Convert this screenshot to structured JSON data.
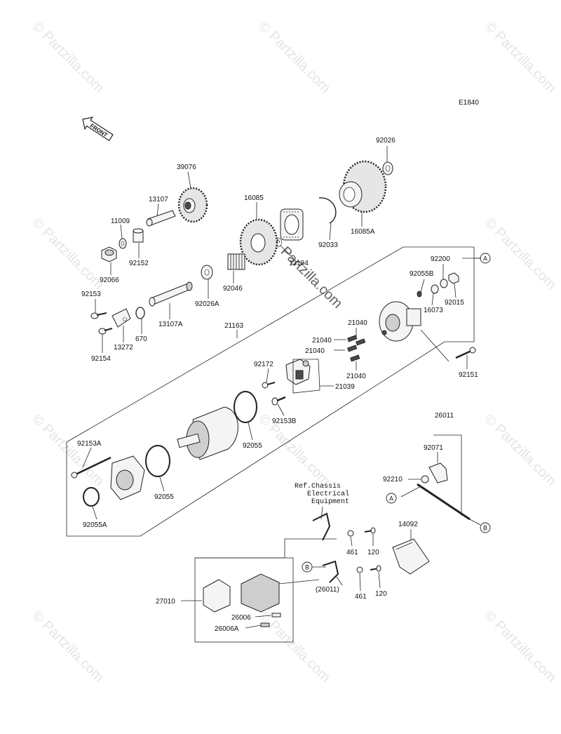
{
  "diagram": {
    "code": "E1840",
    "front_label": "FRONT",
    "watermark": "© Partzilla.com",
    "ref_note": [
      "Ref.Chassis",
      "Electrical",
      "Equipment"
    ],
    "parts": {
      "p39076": "39076",
      "p13107": "13107",
      "p11009": "11009",
      "p92152": "92152",
      "p92066": "92066",
      "p16085": "16085",
      "p92026": "92026",
      "p16085A": "16085A",
      "p92033": "92033",
      "p13194": "13194",
      "p92046": "92046",
      "p92026A": "92026A",
      "p13107A": "13107A",
      "p92153": "92153",
      "p13272": "13272",
      "p670": "670",
      "p92154": "92154",
      "p21163": "21163",
      "p92200": "92200",
      "p92055B": "92055B",
      "p92015": "92015",
      "p16073": "16073",
      "p21040a": "21040",
      "p21040b": "21040",
      "p21040c": "21040",
      "p21040d": "21040",
      "p92151": "92151",
      "p92172": "92172",
      "p21039": "21039",
      "p92153B": "92153B",
      "p92055": "92055",
      "p92153A": "92153A",
      "p92055b2": "92055",
      "p92055A": "92055A",
      "p26011": "26011",
      "p92071": "92071",
      "p92210": "92210",
      "p14092": "14092",
      "p461a": "461",
      "p120a": "120",
      "p26011p": "(26011)",
      "p461b": "461",
      "p120b": "120",
      "p27010": "27010",
      "p26006": "26006",
      "p26006A": "26006A"
    },
    "callouts": {
      "a1": "A",
      "a2": "A",
      "b1": "B",
      "b2": "B"
    }
  }
}
